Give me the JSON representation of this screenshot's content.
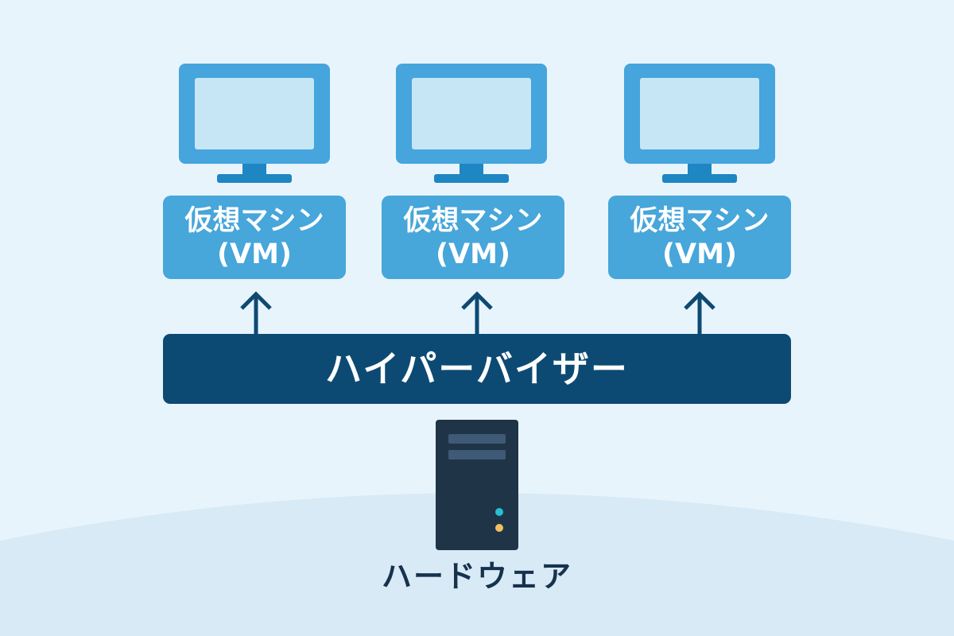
{
  "diagram": {
    "vms": [
      {
        "line1": "仮想マシン",
        "line2": "(VM)"
      },
      {
        "line1": "仮想マシン",
        "line2": "(VM)"
      },
      {
        "line1": "仮想マシン",
        "line2": "(VM)"
      }
    ],
    "hypervisor_label": "ハイパーバイザー",
    "hardware_label": "ハードウェア",
    "icons": {
      "monitor": "monitor-icon",
      "arrow": "arrow-up-icon",
      "server": "server-icon"
    },
    "colors": {
      "background": "#e8f4fc",
      "vm_box": "#47a6da",
      "monitor_body": "#45a5dc",
      "monitor_screen": "#c6e6f6",
      "monitor_stand": "#1e86c3",
      "hypervisor": "#0d4a73",
      "arrow": "#0d4a73",
      "server_body": "#1f3447",
      "server_led_teal": "#27c0d4",
      "server_led_amber": "#f1c05c",
      "text_dark": "#17324d"
    }
  }
}
